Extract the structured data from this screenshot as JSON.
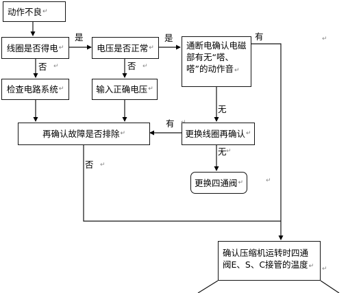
{
  "nodes": {
    "malfunction": "动作不良",
    "coil_power": "线圈是否得电",
    "voltage_normal": "电压是否正常",
    "power_check": "通断电确认电磁部有无“嗒、嗒”的动作音",
    "check_circuit": "检查电路系统",
    "input_voltage": "输入正确电压",
    "recheck_fault": "再确认故障是否排除",
    "replace_coil": "更换线圈再确认",
    "replace_valve": "更换四通阀",
    "confirm_temp": "确认压缩机运转时四通阀E、S、C接管的温度"
  },
  "edge_labels": {
    "yes_1": "是",
    "yes_2": "是",
    "no_1": "否",
    "no_2": "否",
    "has_1": "有",
    "has_2": "有",
    "none_1": "无",
    "none_2": "无",
    "no_3": "否"
  },
  "marks": {
    "return": "↵",
    "para": "↵"
  }
}
